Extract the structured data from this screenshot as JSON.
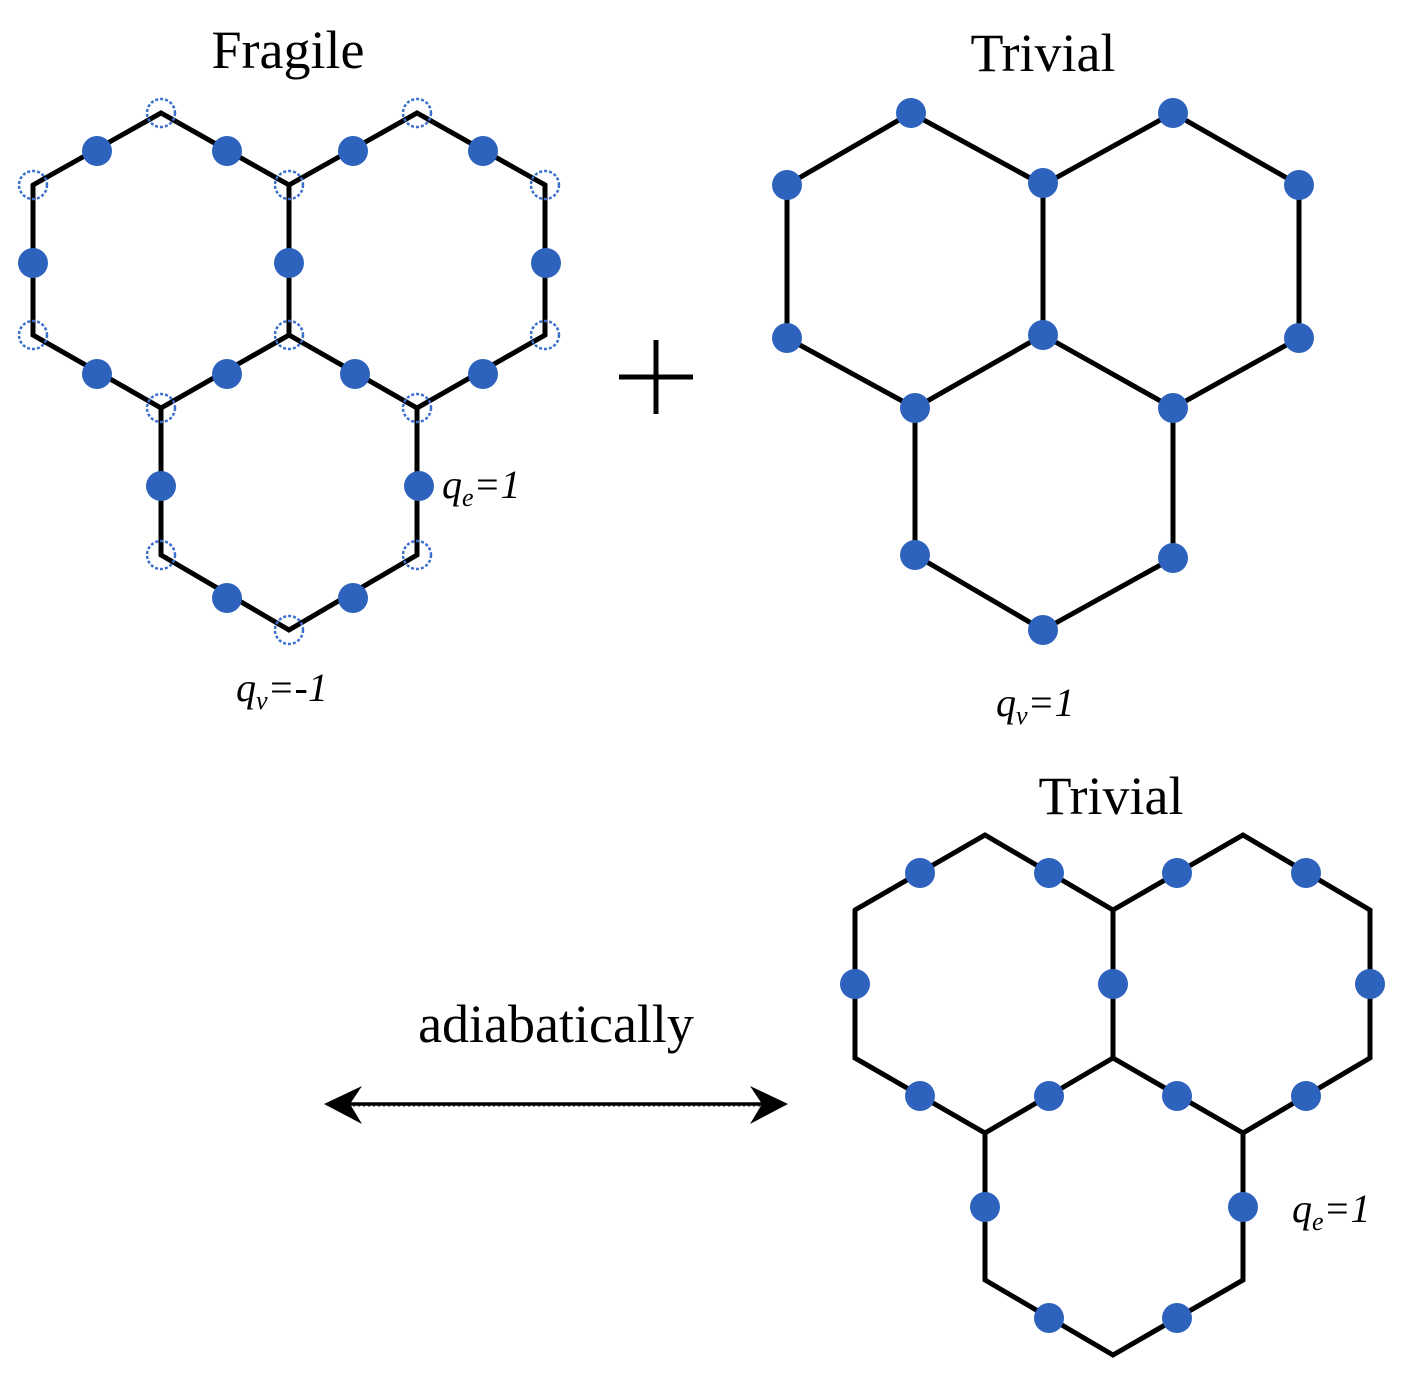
{
  "panels": {
    "fragile": {
      "title": "Fragile",
      "label_qv": "-1",
      "label_qe": "1"
    },
    "trivial_top": {
      "title": "Trivial",
      "label_qv": "1"
    },
    "trivial_bottom": {
      "title": "Trivial",
      "label_qe": "1"
    }
  },
  "plus_sign": "+",
  "arrow": {
    "label": "adiabatically"
  },
  "colors": {
    "orbital": "#2e63bd",
    "empty_site": "#3c6fd0",
    "bond": "#000000"
  }
}
